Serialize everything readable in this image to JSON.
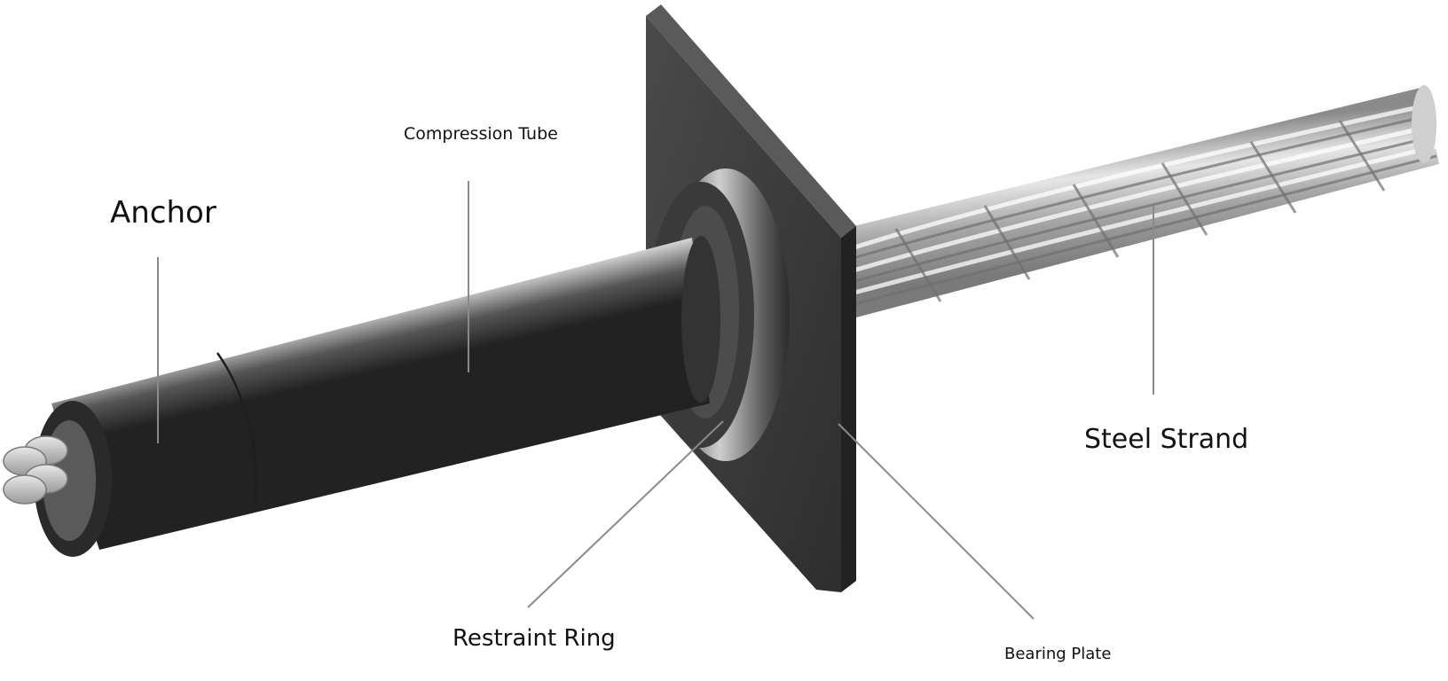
{
  "labels": {
    "anchor": "Anchor",
    "compression_tube": "Compression Tube",
    "steel_strand": "Steel Strand",
    "restraint_ring": "Restraint Ring",
    "bearing_plate": "Bearing Plate"
  },
  "colors": {
    "background": "#ffffff",
    "steel_dark": "#2c2c2c",
    "steel_light": "#d0d0d0",
    "plate": "#3a3a3a",
    "strand": "#bdbdbd",
    "leader_line": "#8a8a8a",
    "text": "#111111"
  }
}
